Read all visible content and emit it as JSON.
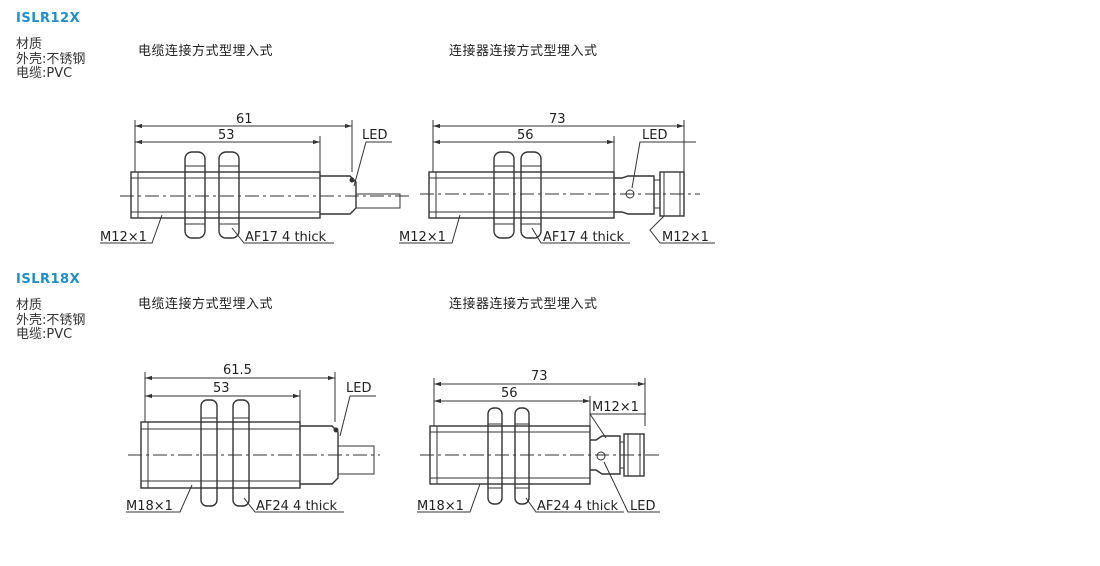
{
  "sections": [
    {
      "model": "ISLR12X",
      "material_title": "材质",
      "housing": "外壳:不锈钢",
      "cable": "电缆:PVC",
      "cable_heading": "电缆连接方式型埋入式",
      "connector_heading": "连接器连接方式型埋入式",
      "cable_drawing": {
        "overall": "61",
        "body": "53",
        "led": "LED",
        "thread": "M12×1",
        "nut": "AF17 4 thick"
      },
      "connector_drawing": {
        "overall": "73",
        "body": "56",
        "led": "LED",
        "thread": "M12×1",
        "nut": "AF17 4 thick",
        "connector_thread": "M12×1"
      }
    },
    {
      "model": "ISLR18X",
      "material_title": "材质",
      "housing": "外壳:不锈钢",
      "cable": "电缆:PVC",
      "cable_heading": "电缆连接方式型埋入式",
      "connector_heading": "连接器连接方式型埋入式",
      "cable_drawing": {
        "overall": "61.5",
        "body": "53",
        "led": "LED",
        "thread": "M18×1",
        "nut": "AF24 4 thick"
      },
      "connector_drawing": {
        "overall": "73",
        "body": "56",
        "led": "LED",
        "thread": "M18×1",
        "nut": "AF24 4 thick",
        "connector_thread": "M12×1"
      }
    }
  ],
  "colors": {
    "model_title": "#1a8fd6",
    "line": "#333333"
  }
}
